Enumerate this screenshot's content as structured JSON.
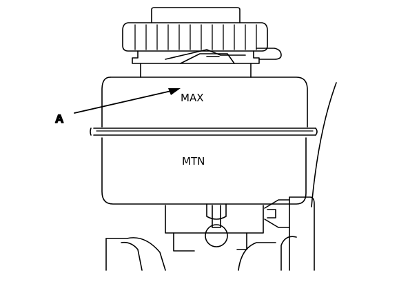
{
  "diagram": {
    "callout_letter": "A",
    "max_mark": "MAX",
    "min_mark": "MTN"
  },
  "colors": {
    "ink": "#000000",
    "paper": "#ffffff"
  }
}
